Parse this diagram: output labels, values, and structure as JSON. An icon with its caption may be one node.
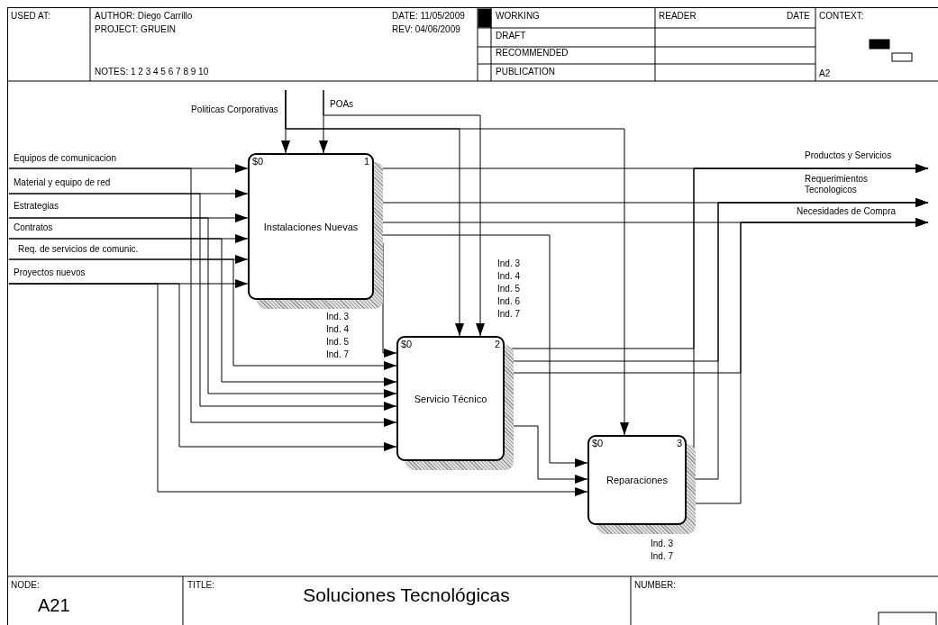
{
  "diagram": {
    "title": "Soluciones Tecnológicas",
    "nodes": [
      {
        "text": [
          "$0",
          "1",
          "Instalaciones Nuevas"
        ],
        "beside": [
          "Ind. 3",
          "Ind. 4",
          "Ind. 5",
          "Ind. 7"
        ]
      },
      {
        "text": [
          "$0",
          "2",
          "Servicio Técnico"
        ],
        "beside": [
          "Ind. 3",
          "Ind. 4",
          "Ind. 5",
          "Ind. 6",
          "Ind. 7"
        ]
      },
      {
        "text": [
          "$0",
          "3",
          "Reparaciones"
        ],
        "beside": [
          "Ind. 3",
          "Ind. 7"
        ]
      }
    ],
    "edges": [
      {
        "from": null,
        "to": 0,
        "arrow": "to",
        "label": "Equipos de comunicacion"
      },
      {
        "from": null,
        "to": 1,
        "arrow": "to"
      },
      {
        "from": null,
        "to": 0,
        "arrow": "to",
        "label": "Material y equipo de red"
      },
      {
        "from": null,
        "to": 1,
        "arrow": "to"
      },
      {
        "from": null,
        "to": 0,
        "arrow": "to",
        "label": "Estrategias"
      },
      {
        "from": null,
        "to": 1,
        "arrow": "to"
      },
      {
        "from": null,
        "to": 0,
        "arrow": "to",
        "label": "Contratos"
      },
      {
        "from": null,
        "to": 1,
        "arrow": "to"
      },
      {
        "from": null,
        "to": 0,
        "arrow": "to",
        "label": "Req. de servicios de comunic."
      },
      {
        "from": null,
        "to": 1,
        "arrow": "to"
      },
      {
        "from": null,
        "to": 0,
        "arrow": "to",
        "label": "Proyectos nuevos"
      },
      {
        "from": null,
        "to": 1,
        "arrow": "to"
      },
      {
        "from": null,
        "to": 2,
        "arrow": "to"
      },
      {
        "from": null,
        "to": 0,
        "arrow": "to",
        "label": "Politicas Corporativas"
      },
      {
        "from": null,
        "to": 1,
        "arrow": "to"
      },
      {
        "from": null,
        "to": 2,
        "arrow": "to"
      },
      {
        "from": null,
        "to": 0,
        "arrow": "to",
        "label": "POAs"
      },
      {
        "from": null,
        "to": 1,
        "arrow": "to"
      },
      {
        "from": 0,
        "to": null,
        "arrow": "to",
        "label": "Productos y Servicios"
      },
      {
        "from": 0,
        "to": null,
        "arrow": "to",
        "label": "Requerimientos Tecnologicos"
      },
      {
        "from": 0,
        "to": null,
        "arrow": "to",
        "label": "Necesidades de Compra"
      },
      {
        "from": 0,
        "to": 2,
        "arrow": "to"
      },
      {
        "from": 0,
        "to": 1,
        "arrow": "to"
      },
      {
        "from": 1,
        "to": null,
        "arrow": "to"
      },
      {
        "from": 1,
        "to": null,
        "arrow": "to"
      },
      {
        "from": 1,
        "to": null,
        "arrow": "to"
      },
      {
        "from": 1,
        "to": 2,
        "arrow": "to"
      },
      {
        "from": 2,
        "to": null,
        "arrow": "to"
      },
      {
        "from": 2,
        "to": null,
        "arrow": "to"
      },
      {
        "from": 2,
        "to": null,
        "arrow": "to"
      }
    ],
    "labels": [
      "USED AT:",
      "AUTHOR: Diego Carrillo",
      "DATE: 11/05/2009",
      "WORKING",
      "READER",
      "DATE",
      "CONTEXT:",
      "PROJECT: GRUEIN",
      "REV: 04/06/2009",
      "DRAFT",
      "RECOMMENDED",
      "NOTES: 1 2 3 4 5 6 7 8 9 10",
      "PUBLICATION",
      "A2",
      "NODE:",
      "TITLE:",
      "NUMBER:",
      "A21"
    ]
  }
}
